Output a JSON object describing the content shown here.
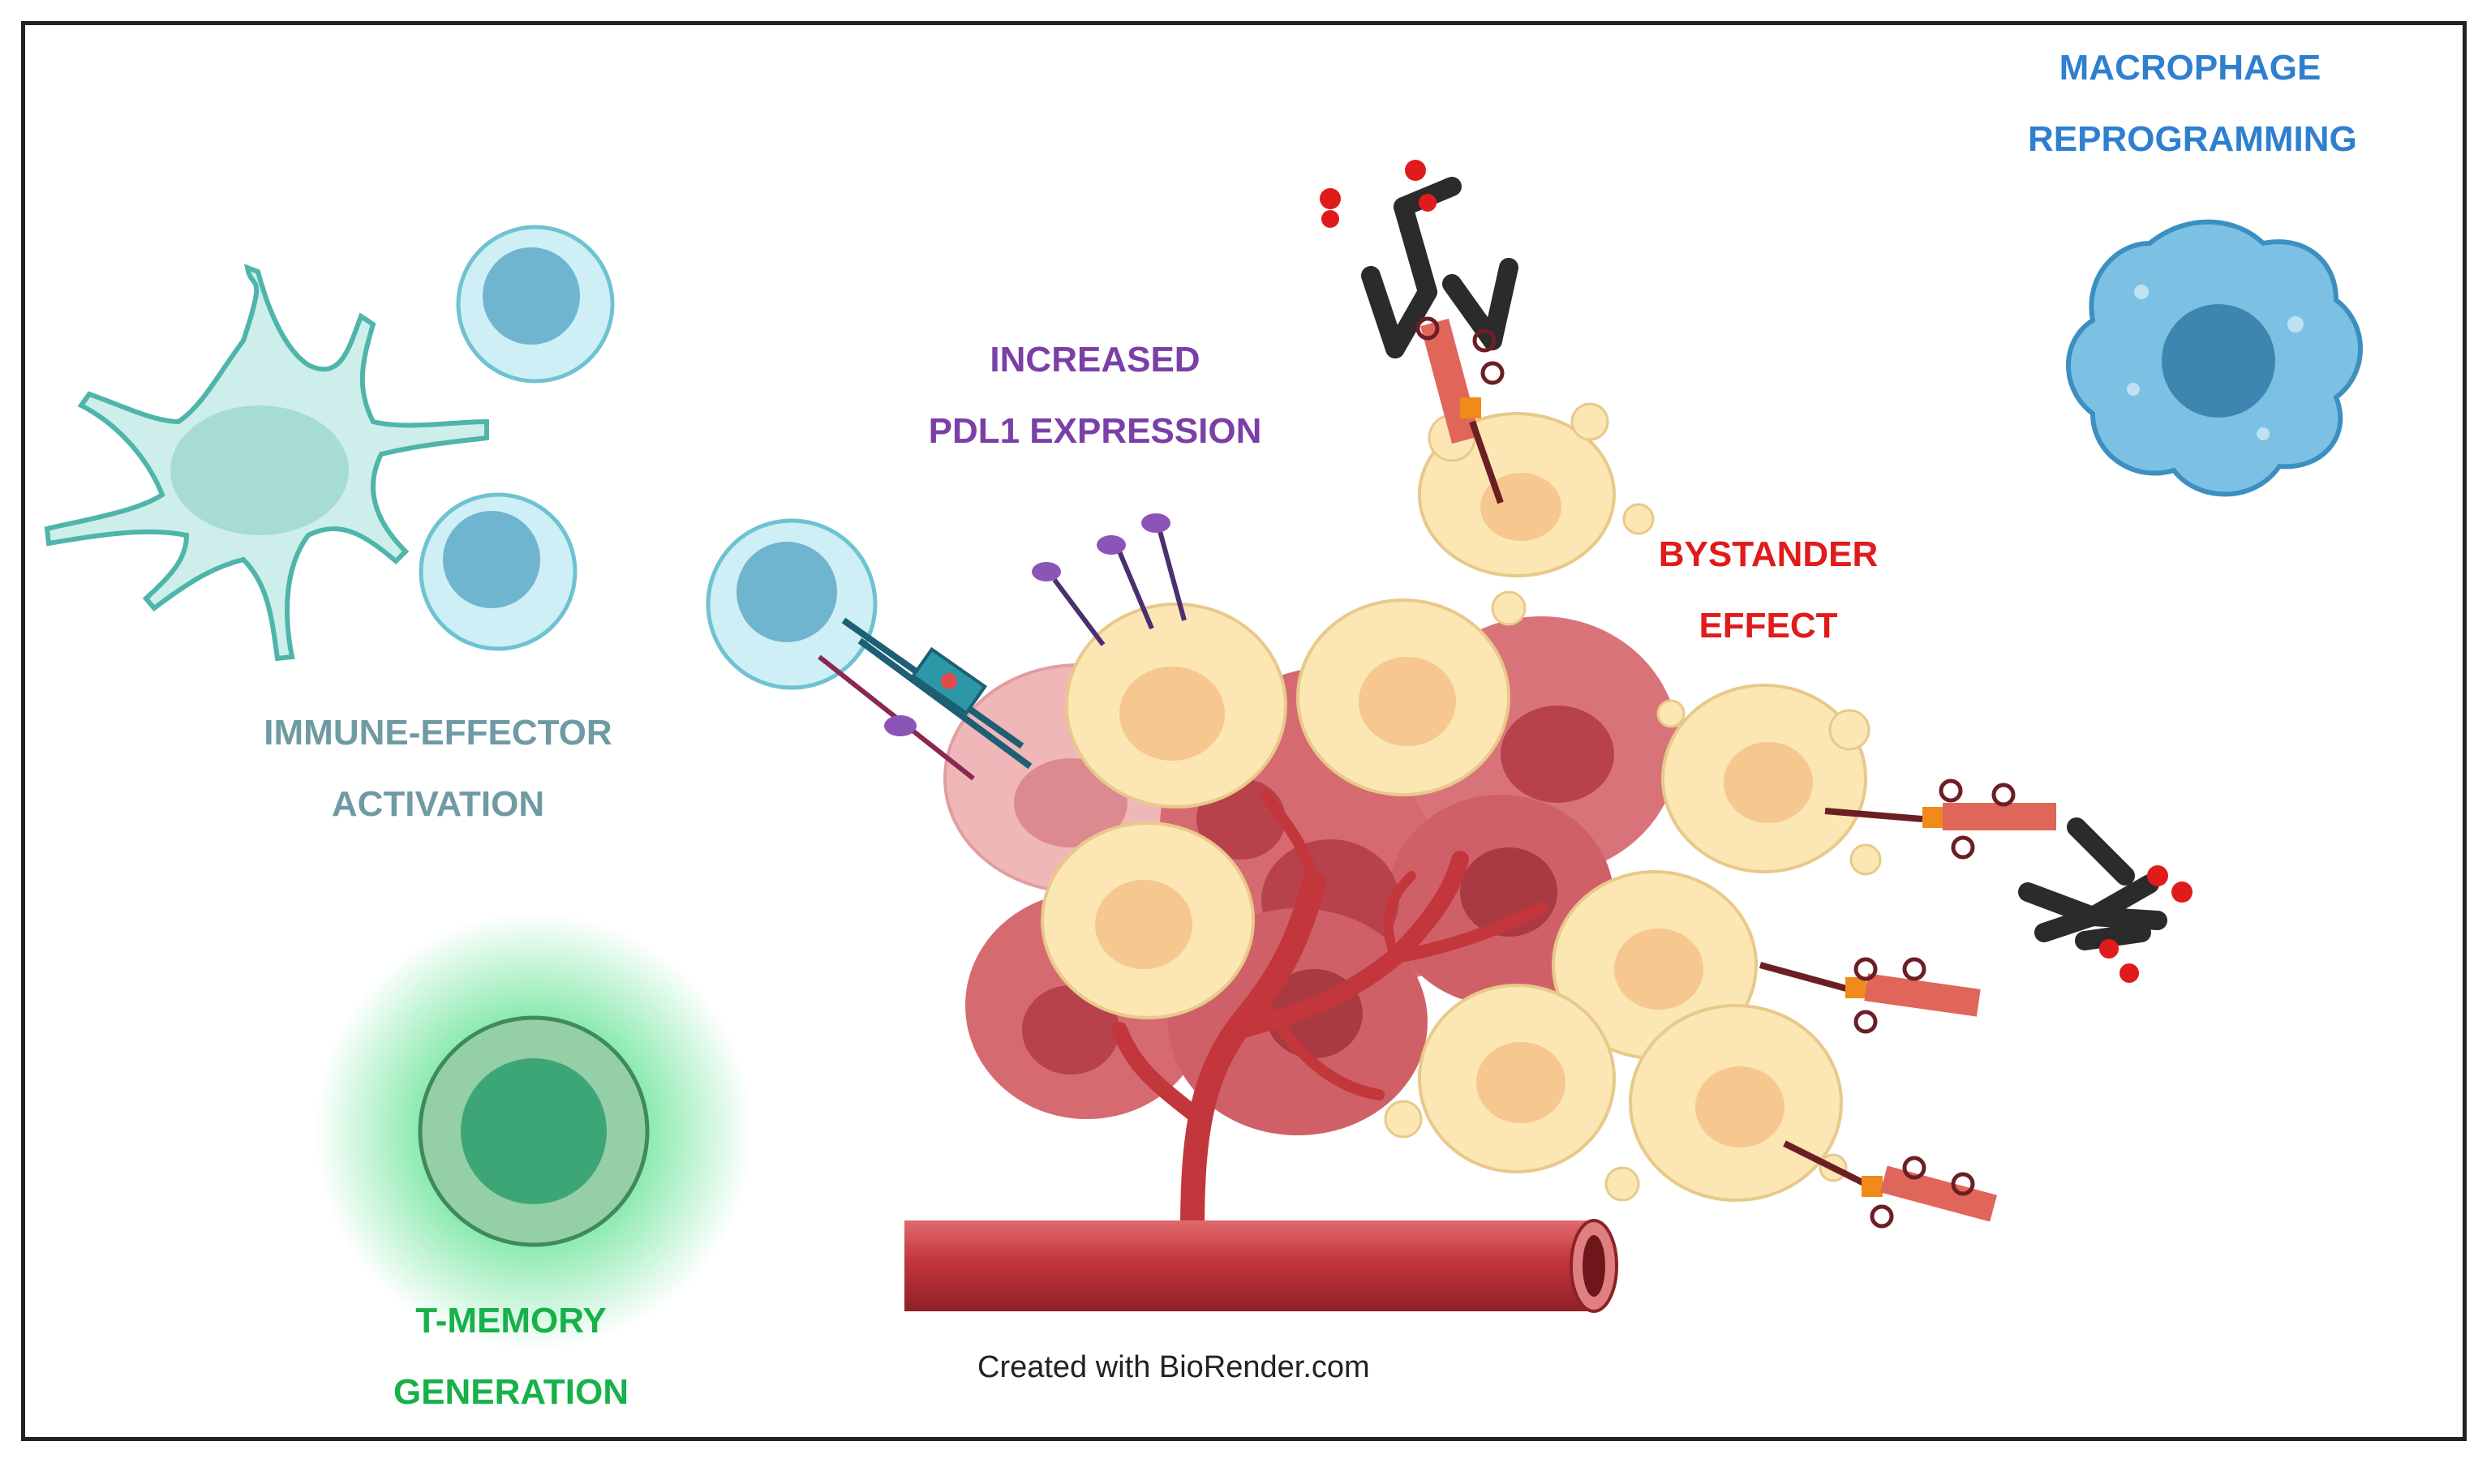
{
  "labels": {
    "macrophage": {
      "line1": "MACROPHAGE",
      "line2": "REPROGRAMMING"
    },
    "pdl1": {
      "line1": "INCREASED",
      "line2": "PDL1 EXPRESSION"
    },
    "bystander": {
      "line1": "BYSTANDER",
      "line2": "EFFECT"
    },
    "immune_effector": {
      "line1": "IMMUNE-EFFECTOR",
      "line2": "ACTIVATION"
    },
    "t_memory": {
      "line1": "T-MEMORY",
      "line2": "GENERATION"
    }
  },
  "credit": "Created with BioRender.com",
  "colors": {
    "macrophage_label": "#2f7fd0",
    "pdl1_label": "#7b3fa8",
    "bystander_label": "#e01b1b",
    "immune_label": "#6f9aa3",
    "tmemory_label": "#17b14a",
    "tumor_red": "#c9535b",
    "tumor_light": "#f3c9c9",
    "dying_cell": "#fbe6b4",
    "vessel": "#c2363c",
    "t_cell": "#a8dde9",
    "macrophage": "#7cc1e3",
    "dendritic": "#cdeeea"
  }
}
